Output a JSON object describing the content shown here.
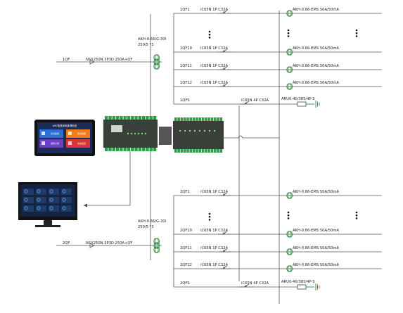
{
  "sections": [
    {
      "incomer_id": "1QF",
      "incomer_breaker": "NSX250N 3P3D 250A+OF",
      "ct": "AKH-0.66/G-30I",
      "ct_ratio": "250/5  *3",
      "branches": [
        {
          "id": "1QF1",
          "breaker": "iC65N 1P  C32A",
          "sensor": "AKH-0.66-EMS 50A/50mA"
        },
        {
          "id": "1QF10",
          "breaker": "iC65N 1P  C32A",
          "sensor": "AKH-0.66-EMS 50A/50mA"
        },
        {
          "id": "1QF11",
          "breaker": "iC65N 1P  C32A",
          "sensor": "AKH-0.66-EMS 50A/50mA"
        },
        {
          "id": "1QF12",
          "breaker": "iC65N 1P  C32A",
          "sensor": "AKH-0.66-EMS 50A/50mA"
        }
      ],
      "spd_id": "1QFS",
      "spd_breaker": "iC65N 4P C32A",
      "spd": "ARU0-40/385/4P-S"
    },
    {
      "incomer_id": "2QF",
      "incomer_breaker": "NSX250N 3P3D 250A+OF",
      "ct": "AKH-0.66/G-30I",
      "ct_ratio": "250/5  *3",
      "branches": [
        {
          "id": "2QF1",
          "breaker": "iC65N 1P  C32A",
          "sensor": "AKH-0.66-EMS 50A/50mA"
        },
        {
          "id": "2QF10",
          "breaker": "iC65N 1P  C32A",
          "sensor": "AKH-0.66-EMS 50A/50mA"
        },
        {
          "id": "2QF11",
          "breaker": "iC65N 1P  C32A",
          "sensor": "AKH-0.66-EMS 50A/50mA"
        },
        {
          "id": "2QF12",
          "breaker": "iC65N 1P  C32A",
          "sensor": "AKH-0.66-EMS 50A/50mA"
        }
      ],
      "spd_id": "2QFS",
      "spd_breaker": "iC65N 4P C32A",
      "spd": "ARU0-40/385/4P-S"
    }
  ],
  "touchscreen": {
    "title": "ARC智慧用电管理系统",
    "tiles": [
      "实时监测",
      "历史数据",
      "报警记录",
      "系统设置"
    ]
  },
  "colors": {
    "line": "#555555",
    "sensor_ring": "#2c8a3c",
    "module_body": "#3a3f3a",
    "terminal": "#2f9c46",
    "screen_dark": "#1d2c55",
    "tile_blue": "#2a6fd6",
    "tile_orange": "#f07d1a",
    "tile_purple": "#6a3fc4",
    "tile_red": "#d83636"
  }
}
